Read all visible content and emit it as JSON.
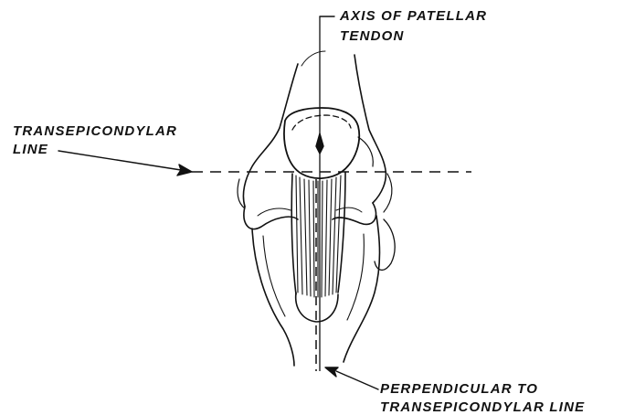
{
  "labels": {
    "patellar_axis_1": "AXIS OF PATELLAR",
    "patellar_axis_2": "TENDON",
    "transepicondylar_1": "TRANSEPICONDYLAR",
    "transepicondylar_2": "LINE",
    "perpendicular_1": "PERPENDICULAR TO",
    "perpendicular_2": "TRANSEPICONDYLAR LINE"
  }
}
